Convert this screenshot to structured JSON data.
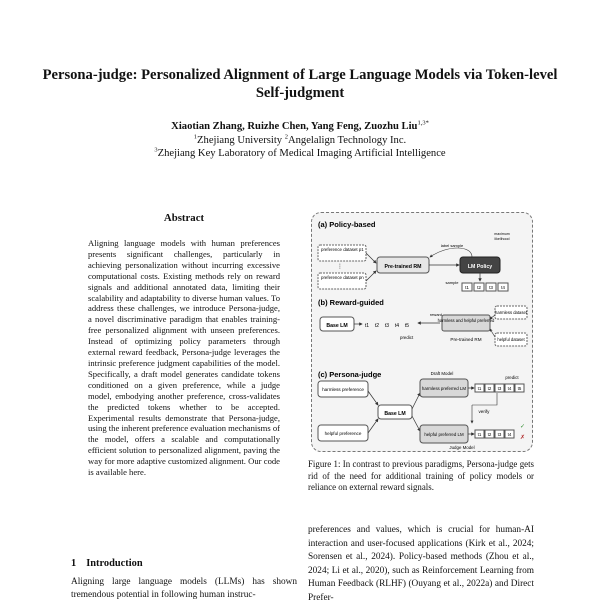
{
  "paper": {
    "title": "Persona-judge: Personalized Alignment of Large Language Models via Token-level Self-judgment",
    "author_names": "Xiaotian Zhang, Ruizhe Chen, Yang Feng, Zuozhu Liu",
    "affiliation_1": "Zhejiang University",
    "affiliation_2": "Angelalign Technology Inc.",
    "affiliation_3": "Zhejiang Key Laboratory of Medical Imaging Artificial Intelligence",
    "abstract_heading": "Abstract",
    "abstract_text": "Aligning language models with human preferences presents significant challenges, particularly in achieving personalization without incurring excessive computational costs. Existing methods rely on reward signals and additional annotated data, limiting their scalability and adaptability to diverse human values. To address these challenges, we introduce Persona-judge, a novel discriminative paradigm that enables training-free personalized alignment with unseen preferences. Instead of optimizing policy parameters through external reward feedback, Persona-judge leverages the intrinsic preference judgment capabilities of the model. Specifically, a draft model generates candidate tokens conditioned on a given preference, while a judge model, embodying another preference, cross-validates the predicted tokens whether to be accepted. Experimental results demonstrate that Persona-judge, using the inherent preference evaluation mechanisms of the model, offers a scalable and computationally efficient solution to personalized alignment, paving the way for more adaptive customized alignment. Our code is available here.",
    "intro_number": "1",
    "intro_heading": "Introduction",
    "intro_text": "Aligning large language models (LLMs) has shown tremendous potential in following human instruc-",
    "right_column_text": "preferences and values, which is crucial for human-AI interaction and user-focused applications (Kirk et al., 2024; Sorensen et al., 2024). Policy-based methods (Zhou et al., 2024; Li et al., 2020), such as Reinforcement Learning from Human Feedback (RLHF) (Ouyang et al., 2022a) and Direct Prefer-"
  },
  "figure": {
    "caption": "Figure 1: In contrast to previous paradigms, Persona-judge gets rid of the need for additional training of policy models or reliance on external reward signals.",
    "panel_a": {
      "title": "(a) Policy-based",
      "pref1": "preference dataset p1",
      "pref2": "preference dataset pn",
      "rm": "Pre-trained RM",
      "label_sample": "label sample",
      "maximum": "maximum",
      "likelihood": "likelihood",
      "sample": "sample",
      "policy": "LM Policy",
      "tokens": [
        "t1",
        "t2",
        "t3",
        "t4"
      ]
    },
    "panel_b": {
      "title": "(b) Reward-guided",
      "base": "Base LM",
      "tokens": [
        "t1",
        "t2",
        "t3",
        "t4",
        "t5"
      ],
      "predict": "predict",
      "reward": "reward",
      "rm_box": "harmless and helpful preferred",
      "rm_label": "Pre-trained RM",
      "harmless_ds": "harmless dataset",
      "helpful_ds": "helpful dataset"
    },
    "panel_c": {
      "title": "(c) Persona-judge",
      "draft_model": "Draft Model",
      "harmless_pref": "harmless preference",
      "helpful_pref": "helpful preference",
      "base": "Base LM",
      "harmless_lm": "harmless preferred LM",
      "helpful_lm": "helpful preferred LM",
      "predict": "predict",
      "verify": "verify",
      "judge_model": "Judge Model",
      "tokens_top": [
        "t1",
        "t2",
        "t3",
        "t4",
        "t5"
      ],
      "tokens_bottom": [
        "t1",
        "t2",
        "t3",
        "t4"
      ]
    }
  }
}
